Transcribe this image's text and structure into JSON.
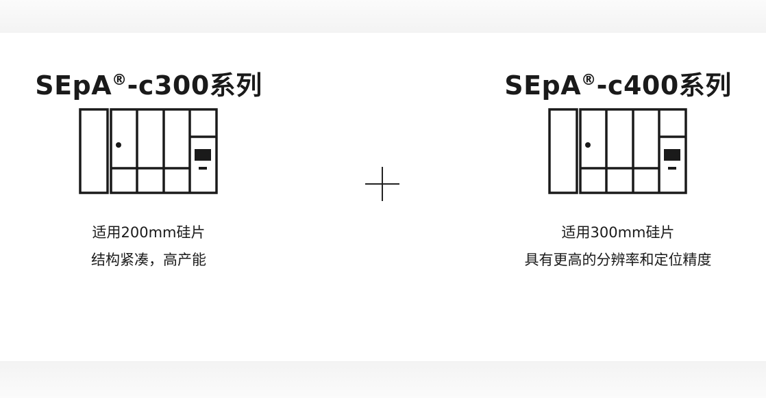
{
  "products": [
    {
      "name": "SEpA",
      "reg": "®",
      "model": "-c300系列",
      "lines": [
        "适用200mm硅片",
        "结构紧凑，高产能"
      ],
      "icon": "equipment-cabinet-icon"
    },
    {
      "name": "SEpA",
      "reg": "®",
      "model": "-c400系列",
      "lines": [
        "适用300mm硅片",
        "具有更高的分辨率和定位精度"
      ],
      "icon": "equipment-cabinet-icon"
    }
  ],
  "separator_icon": "plus-icon"
}
